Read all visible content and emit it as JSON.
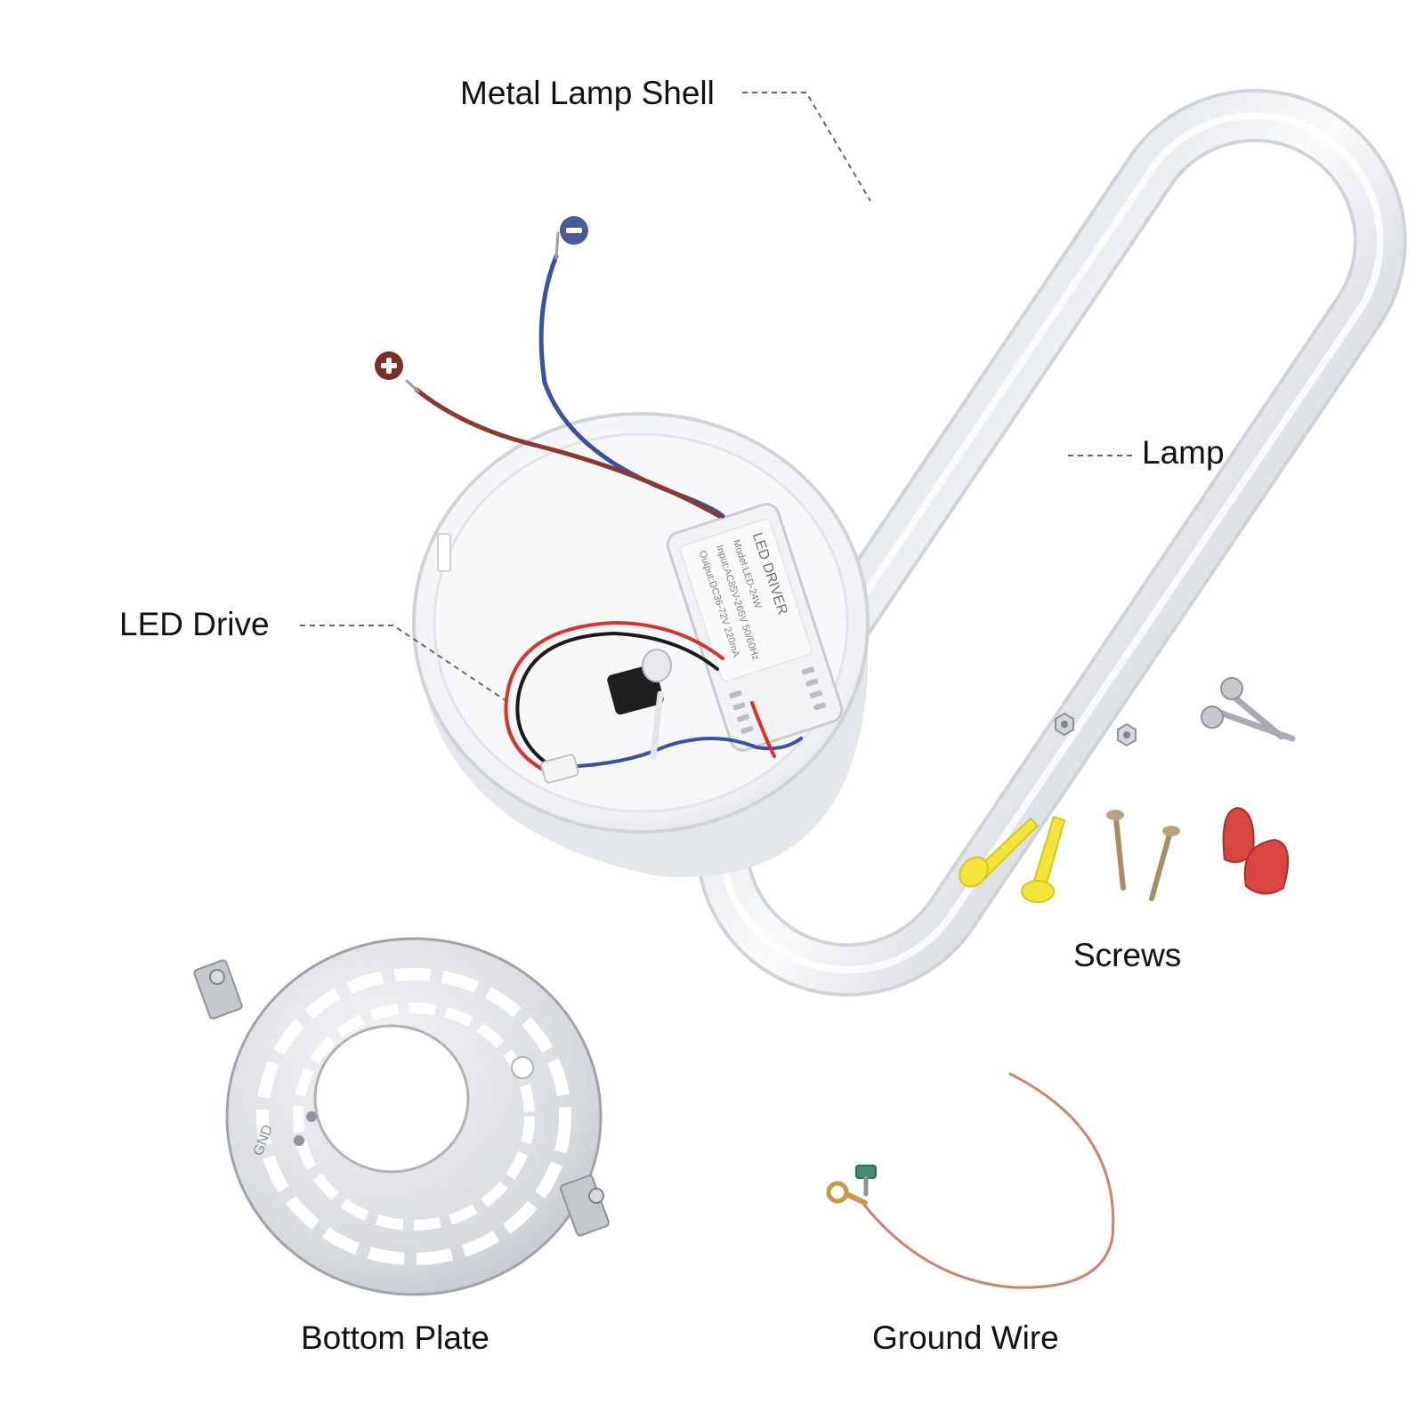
{
  "labels": {
    "metal_lamp_shell": "Metal Lamp Shell",
    "lamp": "Lamp",
    "led_drive": "LED Drive",
    "screws": "Screws",
    "bottom_plate": "Bottom Plate",
    "ground_wire": "Ground Wire"
  },
  "driver_label": {
    "title": "LED DRIVER",
    "model": "Model:LED-24W",
    "input": "Input:AC85V-265V 50/60Hz",
    "output": "Output:DC36-72V 220mA"
  },
  "plate_mark": "GND",
  "colors": {
    "background": "#ffffff",
    "negative_terminal": "#4a5a93",
    "positive_terminal": "#7a2f2a",
    "blue_wire": "#3d4fa3",
    "brown_wire": "#8a3b2e",
    "wall_anchor": "#f3e43a",
    "wire_nut": "#d9463f",
    "ground_wire": "#c9836f"
  },
  "icons": {
    "negative": "minus-circle-icon",
    "positive": "plus-circle-icon"
  }
}
